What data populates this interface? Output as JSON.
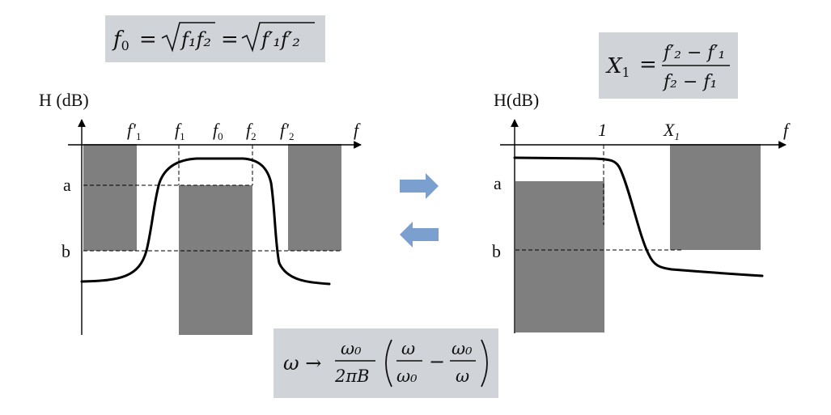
{
  "formulas": {
    "center_frequency": {
      "lhs": "f",
      "lhs_sub": "0",
      "eq": "=",
      "term1": "f₁f₂",
      "term2": "f′₁f′₂"
    },
    "x1": {
      "lhs": "X",
      "lhs_sub": "1",
      "numerator": "f′₂ − f′₁",
      "denominator": "f₂ − f₁"
    },
    "transform": {
      "lhs": "ω →",
      "frac1_num": "ω₀",
      "frac1_den": "2πB",
      "frac2_num": "ω",
      "frac2_den": "ω₀",
      "minus": "−",
      "frac3_num": "ω₀",
      "frac3_den": "ω"
    }
  },
  "bandpass": {
    "ylabel": "H (dB)",
    "xlabel": "f",
    "level_a": "a",
    "level_b": "b",
    "ticks": [
      {
        "base": "f′",
        "sub": "1"
      },
      {
        "base": "f",
        "sub": "1"
      },
      {
        "base": "f",
        "sub": "0"
      },
      {
        "base": "f",
        "sub": "2"
      },
      {
        "base": "f′",
        "sub": "2"
      }
    ]
  },
  "lowpass": {
    "ylabel": "H(dB)",
    "xlabel": "f",
    "level_a": "a",
    "level_b": "b",
    "tick_one": "1",
    "tick_x": "X",
    "tick_x_sub": "1"
  },
  "colors": {
    "mask": "#7f7f7f",
    "formula_background": "#d0d4d8",
    "arrow": "#7b9fce"
  },
  "icons": [
    "right-arrow-icon",
    "left-arrow-icon"
  ]
}
